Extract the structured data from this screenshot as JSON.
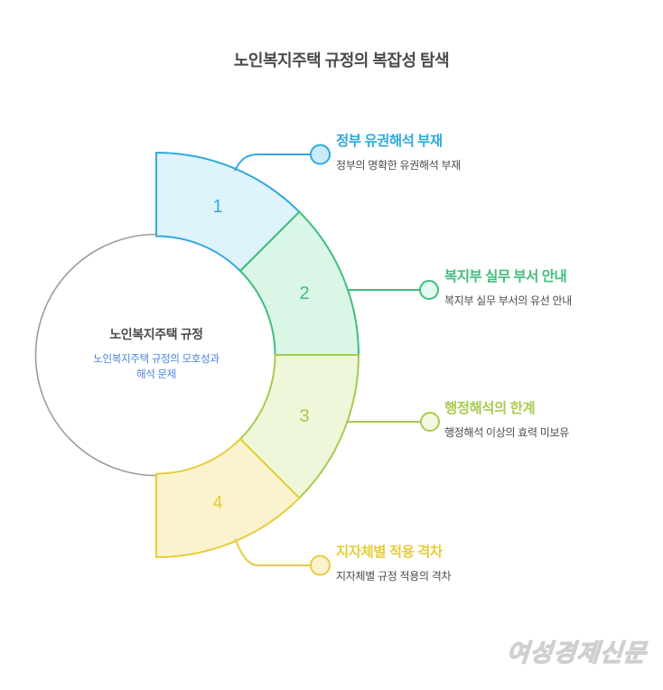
{
  "page": {
    "title": "노인복지주택 규정의 복잡성 탐색",
    "background": "#ffffff",
    "title_color": "#4a4a4a"
  },
  "center": {
    "title": "노인복지주택 규정",
    "subtitle_lines": [
      "노인복지주택 규정의 모호성과",
      "해석 문제"
    ],
    "subtitle_color": "#4a82d9",
    "circle_border_color": "#9b9b9b",
    "circle_fill": "#ffffff"
  },
  "segments": [
    {
      "number": "1",
      "label": "정부 유권해석 부재",
      "description": "정부의 명확한 유권해석 부재",
      "color": "#31a9de",
      "fill": "#def3fb",
      "dot_fill": "#cdeaf8"
    },
    {
      "number": "2",
      "label": "복지부 실무 부서 안내",
      "description": "복지부 실무 부서의 유선 안내",
      "color": "#41bd7d",
      "fill": "#d9f6e7",
      "dot_fill": "#e4f9ef"
    },
    {
      "number": "3",
      "label": "행정해석의 한계",
      "description": "행정해석 이상의 효력 미보유",
      "color": "#a6cb4e",
      "fill": "#eef7d9",
      "dot_fill": "#f4f9e4"
    },
    {
      "number": "4",
      "label": "지자체별 적용 격차",
      "description": "지자체별 규정 적용의 격차",
      "color": "#e5cd3a",
      "fill": "#fbf3cd",
      "dot_fill": "#faf3cd"
    }
  ],
  "watermark": {
    "text": "여성경제신문"
  }
}
